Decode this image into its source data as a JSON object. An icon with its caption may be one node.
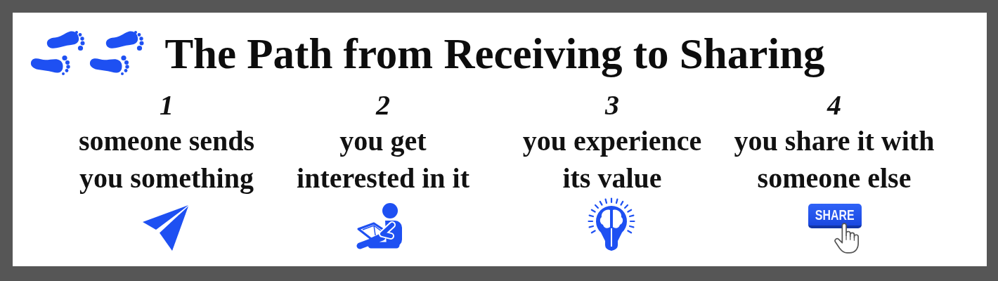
{
  "diagram": {
    "title": "The Path from Receiving to Sharing",
    "labels": [
      "1",
      "someone sends you something",
      "2",
      "you get interested in it",
      "3",
      "you experience its value",
      "4",
      "you share it with someone else",
      "SHARE"
    ]
  }
}
